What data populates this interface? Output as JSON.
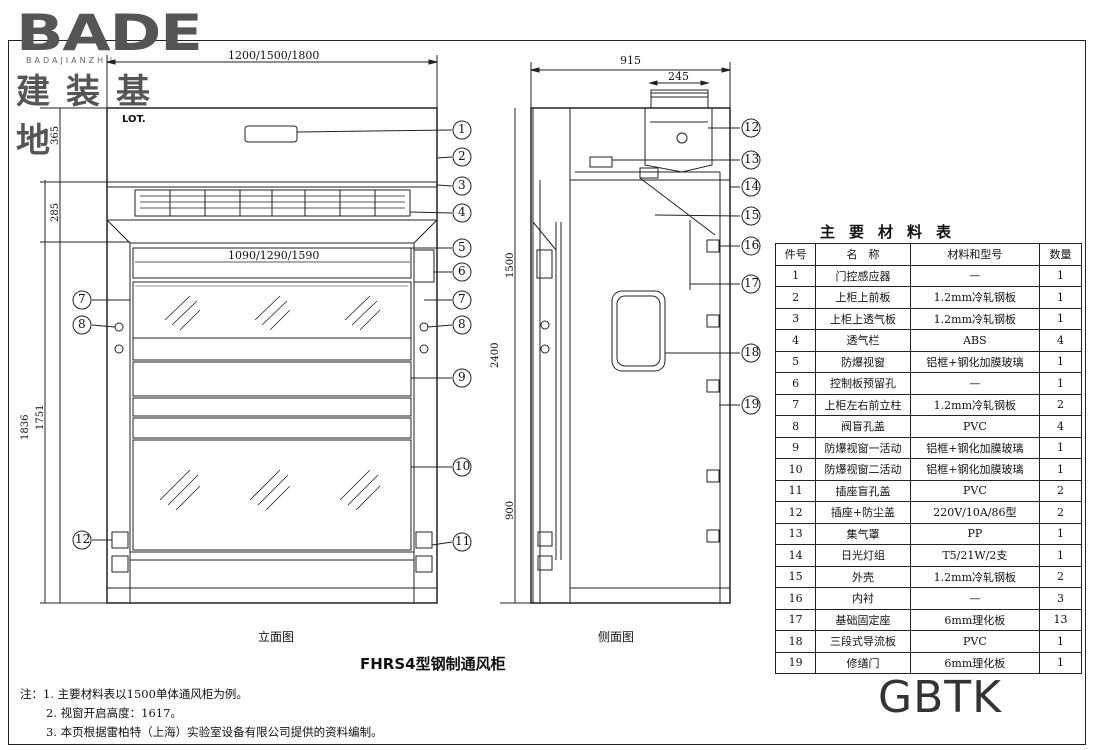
{
  "logo": {
    "brand": "BADE",
    "tagline": "BADAJIANZHU",
    "chinese": "建装基地"
  },
  "front_view": {
    "caption": "立面图",
    "width_dim": "1200/1500/1800",
    "inner_width_dim": "1090/1290/1590",
    "dim_365": "365",
    "dim_285": "285",
    "dim_1836": "1836",
    "dim_1751": "1751",
    "brand_mark": "LOT."
  },
  "side_view": {
    "caption": "侧面图",
    "depth_dim": "915",
    "duct_dim": "245",
    "dim_1500": "1500",
    "dim_2400": "2400",
    "dim_900": "900"
  },
  "callouts_front": [
    "1",
    "2",
    "3",
    "4",
    "5",
    "6",
    "7",
    "7",
    "8",
    "8",
    "9",
    "10",
    "11",
    "12"
  ],
  "callouts_side": [
    "12",
    "13",
    "14",
    "15",
    "16",
    "17",
    "18",
    "19"
  ],
  "drawing_title": "FHRS4型钢制通风柜",
  "materials": {
    "title": "主要材料表",
    "headers": [
      "件号",
      "名　称",
      "材料和型号",
      "数量"
    ],
    "rows": [
      [
        "1",
        "门控感应器",
        "—",
        "1"
      ],
      [
        "2",
        "上柜上前板",
        "1.2mm冷轧钢板",
        "1"
      ],
      [
        "3",
        "上柜上透气板",
        "1.2mm冷轧钢板",
        "1"
      ],
      [
        "4",
        "透气栏",
        "ABS",
        "4"
      ],
      [
        "5",
        "防爆视窗",
        "铝框+钢化加膜玻璃",
        "1"
      ],
      [
        "6",
        "控制板预留孔",
        "—",
        "1"
      ],
      [
        "7",
        "上柜左右前立柱",
        "1.2mm冷轧钢板",
        "2"
      ],
      [
        "8",
        "阀盲孔盖",
        "PVC",
        "4"
      ],
      [
        "9",
        "防爆视窗一活动",
        "铝框+钢化加膜玻璃",
        "1"
      ],
      [
        "10",
        "防爆视窗二活动",
        "铝框+钢化加膜玻璃",
        "1"
      ],
      [
        "11",
        "插座盲孔盖",
        "PVC",
        "2"
      ],
      [
        "12",
        "插座+防尘盖",
        "220V/10A/86型",
        "2"
      ],
      [
        "13",
        "集气罩",
        "PP",
        "1"
      ],
      [
        "14",
        "日光灯组",
        "T5/21W/2支",
        "1"
      ],
      [
        "15",
        "外壳",
        "1.2mm冷轧钢板",
        "2"
      ],
      [
        "16",
        "内衬",
        "—",
        "3"
      ],
      [
        "17",
        "基础固定座",
        "6mm理化板",
        "13"
      ],
      [
        "18",
        "三段式导流板",
        "PVC",
        "1"
      ],
      [
        "19",
        "修缮门",
        "6mm理化板",
        "1"
      ]
    ]
  },
  "notes": [
    "注：1. 主要材料表以1500单体通风柜为例。",
    "2. 视窗开启高度：1617。",
    "3. 本页根据雷柏特（上海）实验室设备有限公司提供的资料编制。"
  ],
  "watermark": "GBTK"
}
